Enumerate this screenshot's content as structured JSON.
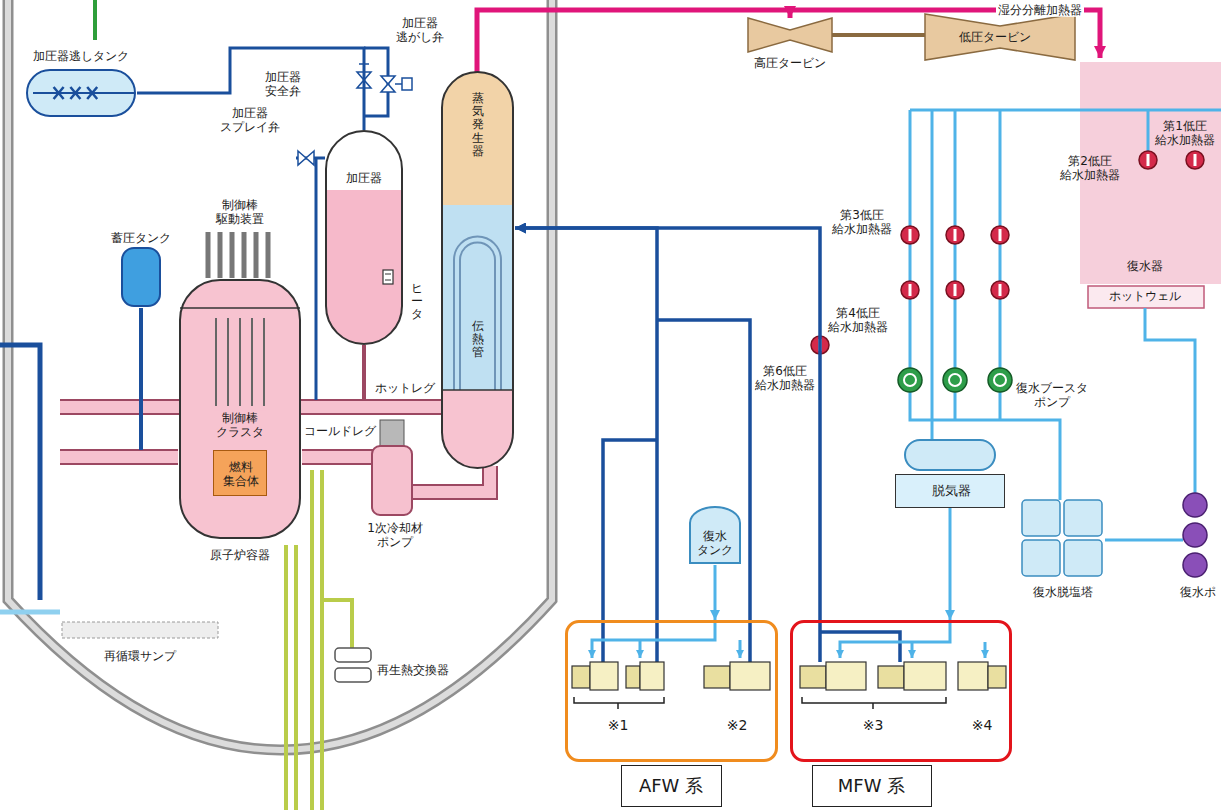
{
  "diagram": {
    "nodes": [
      {
        "text": [
          "加圧器逃しタンク"
        ]
      },
      {
        "text": [
          "加圧器"
        ]
      },
      {
        "text": [
          "蓄圧タンク"
        ]
      },
      {
        "text": [
          "原子炉容器"
        ]
      },
      {
        "text": [
          "燃料 集合体"
        ],
        "in": 3
      },
      {
        "text": [
          "蒸気発生器",
          "伝熱管"
        ]
      },
      {
        "text": [
          "復水 タンク"
        ]
      },
      {
        "text": [
          "脱気器"
        ]
      },
      {
        "text": [
          "※1",
          "※2"
        ]
      },
      {
        "text": [
          "AFW 系"
        ]
      },
      {
        "text": [
          "※3",
          "※4"
        ]
      },
      {
        "text": [
          "MFW 系"
        ]
      }
    ],
    "edges": [
      {
        "from": 1,
        "to": 0,
        "arrow": "none"
      },
      {
        "from": 6,
        "to": 8,
        "arrow": "to"
      },
      {
        "from": 7,
        "to": 10,
        "arrow": "to"
      },
      {
        "from": 8,
        "to": 5,
        "arrow": "to"
      },
      {
        "from": 10,
        "to": 5,
        "arrow": "to"
      }
    ],
    "labels": [
      "加圧器 逃がし弁",
      "加圧器 安全弁",
      "加圧器 スプレイ弁",
      "ヒータ",
      "制御棒 駆動装置",
      "制御棒 クラスタ",
      "ホットレグ",
      "コールドレグ",
      "1次冷却材 ポンプ",
      "再循環サンプ",
      "再生熱交換器",
      "湿分分離加熱器",
      "高圧タービン",
      "低圧タービン",
      "第1低圧 給水加熱器",
      "第2低圧 給水加熱器",
      "第3低圧 給水加熱器",
      "第4低圧 給水加熱器",
      "復水器",
      "ホットウェル",
      "第6低圧 給水加熱器",
      "復水ブースタ ポンプ",
      "復水脱塩塔",
      "復水ポ"
    ]
  }
}
